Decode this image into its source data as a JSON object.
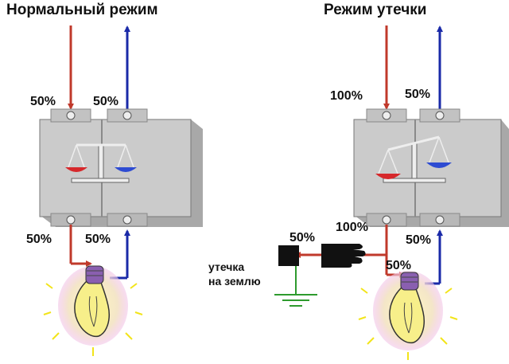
{
  "titles": {
    "normal": "Нормальный режим",
    "leak": "Режим утечки"
  },
  "normal": {
    "in_phase": "50%",
    "in_neutral": "50%",
    "out_phase": "50%",
    "out_neutral": "50%"
  },
  "leak": {
    "in_phase": "100%",
    "in_neutral": "50%",
    "out_phase": "100%",
    "leak_current": "50%",
    "out_neutral": "50%",
    "lamp_current": "50%"
  },
  "ground_label": {
    "line1": "утечка",
    "line2": "на землю"
  },
  "colors": {
    "phase": "#c0392b",
    "neutral": "#1a2aa8",
    "ground": "#2e9b2e",
    "body": "#c9c9c9",
    "lamp": "#f7ef8a",
    "base": "#8a5fb0"
  }
}
